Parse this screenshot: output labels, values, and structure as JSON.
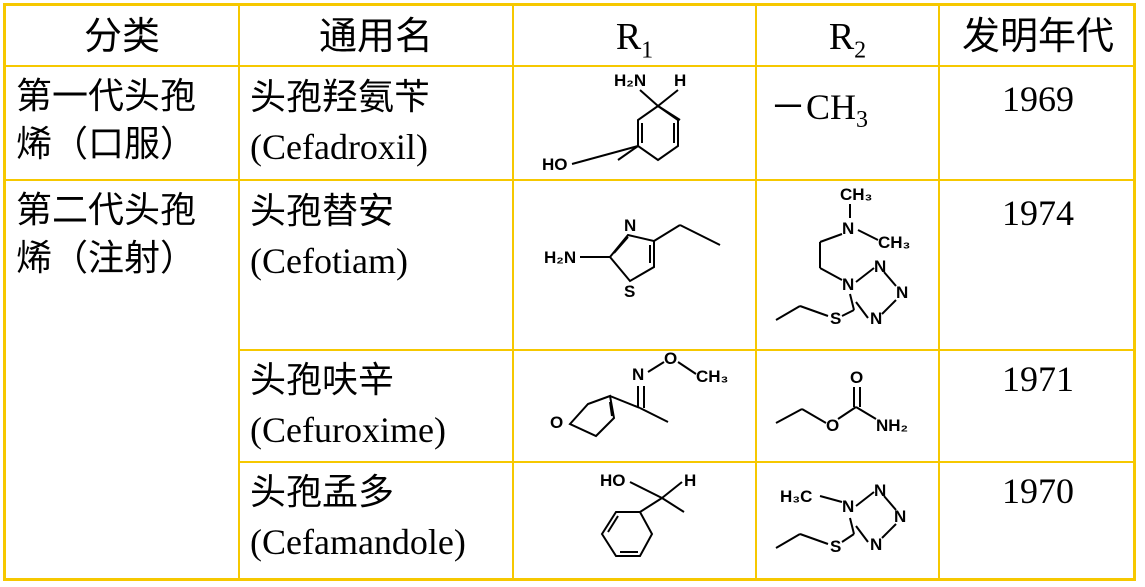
{
  "headers": {
    "category": "分类",
    "generic_name": "通用名",
    "r1_base": "R",
    "r1_sub": "1",
    "r2_base": "R",
    "r2_sub": "2",
    "invention_year": "发明年代"
  },
  "rows": [
    {
      "category_line1": "第一代头孢",
      "category_line2": "烯（口服）",
      "name_cn": "头孢羟氨苄",
      "name_en": "(Cefadroxil)",
      "r2_text_prefix": "－CH",
      "r2_text_sub": "3",
      "year": "1969",
      "r1_labels": {
        "nh2": "H₂N",
        "h": "H",
        "ho": "HO"
      }
    },
    {
      "category_line1": "第二代头孢",
      "category_line2": "烯（注射）",
      "name_cn": "头孢替安",
      "name_en": "(Cefotiam)",
      "year": "1974",
      "r1_labels": {
        "h2n": "H₂N",
        "n": "N",
        "s": "S"
      },
      "r2_labels": {
        "ch3a": "CH₃",
        "n": "N",
        "ch3b": "CH₃",
        "n1": "N",
        "n2": "N",
        "n3": "N",
        "n4": "N",
        "s": "S"
      }
    },
    {
      "name_cn": "头孢呋辛",
      "name_en": "(Cefuroxime)",
      "year": "1971",
      "r1_labels": {
        "n": "N",
        "o": "O",
        "ch3": "CH₃",
        "ring_o": "O"
      },
      "r2_labels": {
        "o_top": "O",
        "o": "O",
        "nh2": "NH₂"
      }
    },
    {
      "name_cn": "头孢孟多",
      "name_en": "(Cefamandole)",
      "year": "1970",
      "r1_labels": {
        "ho": "HO",
        "h": "H"
      },
      "r2_labels": {
        "h3c": "H₃C",
        "n1": "N",
        "n2": "N",
        "n3": "N",
        "n4": "N",
        "s": "S"
      }
    }
  ],
  "colors": {
    "border": "#f6c800",
    "text": "#000000"
  }
}
